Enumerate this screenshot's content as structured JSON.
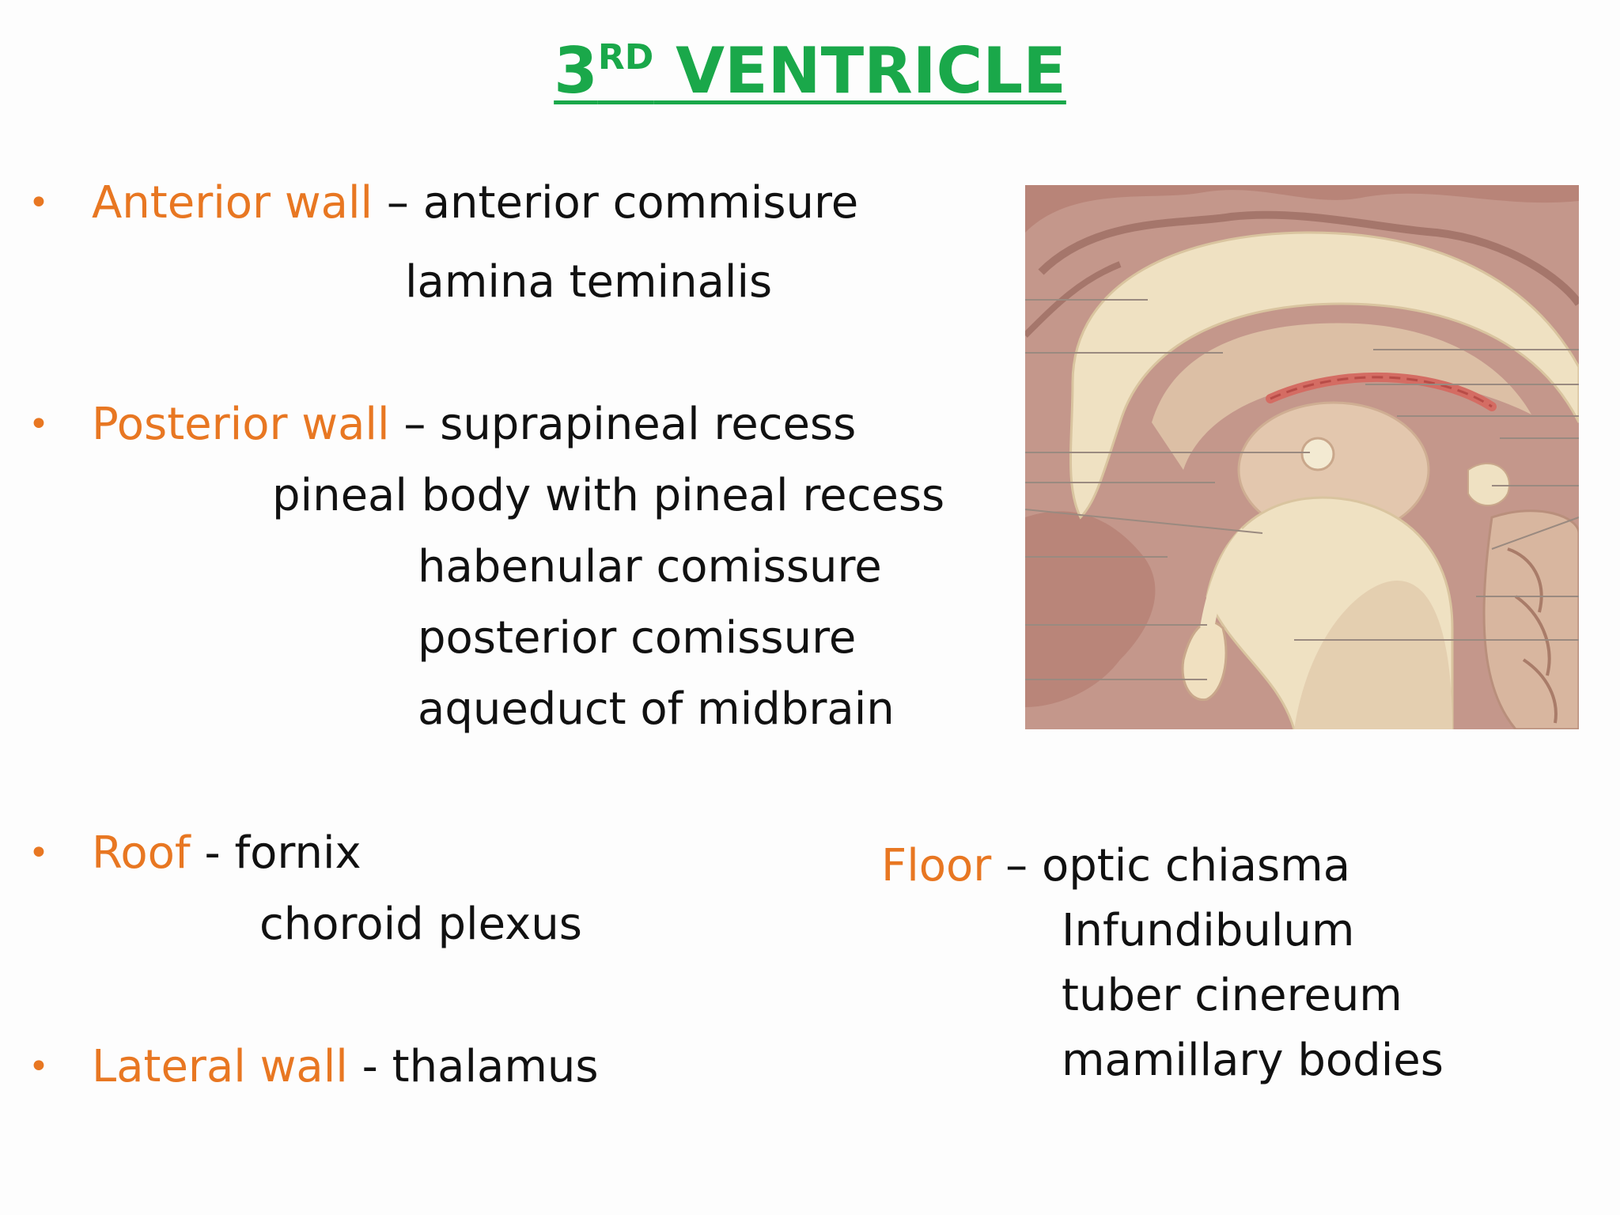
{
  "title": {
    "main": "3",
    "sup": "RD",
    "rest": " VENTRICLE"
  },
  "anterior": {
    "label": "Anterior wall",
    "sep": " – ",
    "items": [
      "anterior commisure",
      "lamina teminalis"
    ]
  },
  "posterior": {
    "label": "Posterior wall",
    "sep": " – ",
    "items": [
      "suprapineal recess",
      "pineal body with pineal recess",
      "habenular comissure",
      "posterior comissure",
      "aqueduct of midbrain"
    ]
  },
  "roof": {
    "label": "Roof",
    "sep": " -   ",
    "items": [
      "fornix",
      "choroid plexus"
    ]
  },
  "lateral": {
    "label": "Lateral wall",
    "sep": " - ",
    "items": [
      "thalamus"
    ]
  },
  "floor": {
    "label": "Floor",
    "sep": " –  ",
    "items": [
      "optic chiasma",
      "Infundibulum",
      "tuber cinereum",
      "mamillary bodies"
    ]
  },
  "bullet_glyph": "•",
  "colors": {
    "title": "#1aa84a",
    "label": "#e87722",
    "text": "#111111"
  },
  "figure": {
    "icon": "brain-sagittal-section-illustration"
  }
}
